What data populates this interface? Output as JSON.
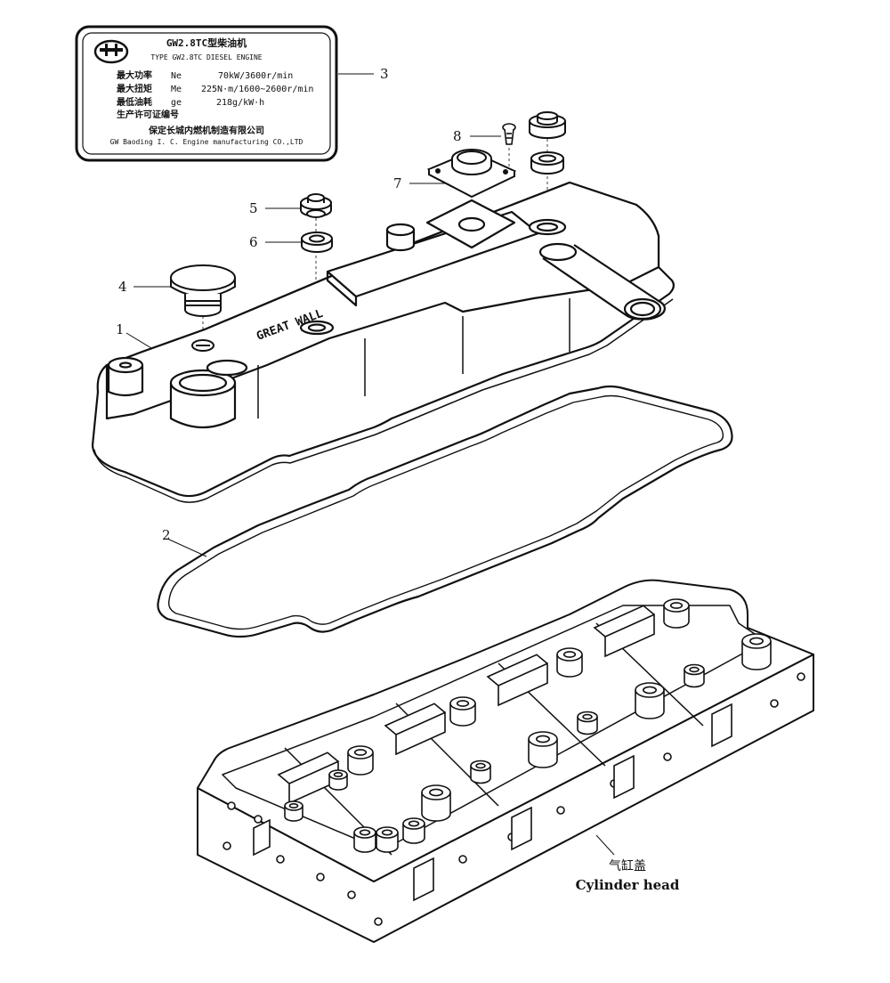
{
  "nameplate": {
    "title": "GW2.8TC型柴油机",
    "type_line": "TYPE  GW2.8TC  DIESEL  ENGINE",
    "rows": [
      {
        "label": "最大功率",
        "symbol": "Ne",
        "value": "70kW/3600r/min"
      },
      {
        "label": "最大扭矩",
        "symbol": "Me",
        "value": "225N·m/1600~2600r/min"
      },
      {
        "label": "最低油耗",
        "symbol": "ge",
        "value": "218g/kW·h"
      }
    ],
    "license_label": "生产许可证编号",
    "maker_cn": "保定长城内燃机制造有限公司",
    "maker_en": "GW Baoding I. C. Engine manufacturing CO.,LTD"
  },
  "cover_emblem": "GREAT WALL",
  "callouts": [
    "1",
    "2",
    "3",
    "4",
    "5",
    "6",
    "7",
    "8"
  ],
  "caption": {
    "cn": "气缸盖",
    "en": "Cylinder head"
  },
  "colors": {
    "ink": "#111111",
    "paper": "#ffffff"
  }
}
